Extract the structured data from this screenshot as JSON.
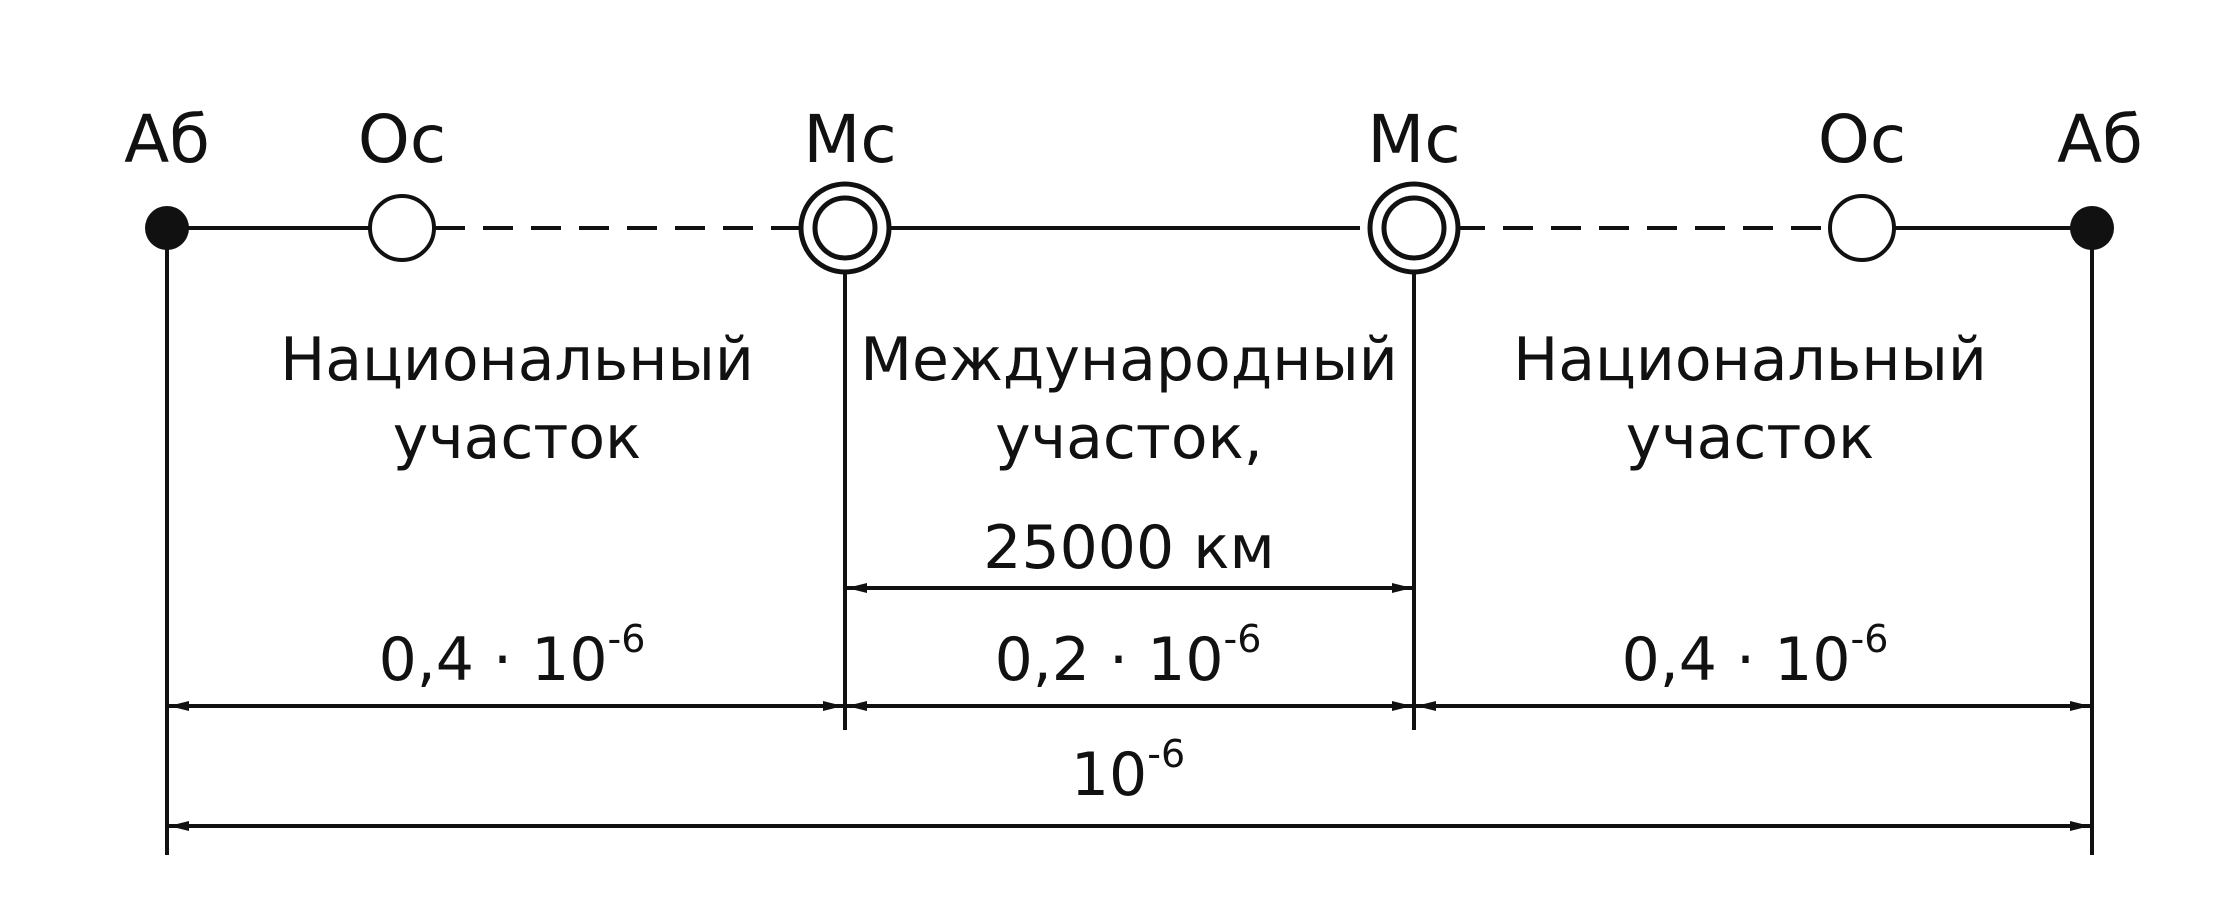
{
  "nodes": [
    {
      "label": "Аб",
      "kind": "subscriber"
    },
    {
      "label": "Ос",
      "kind": "exchange"
    },
    {
      "label": "Мс",
      "kind": "international"
    },
    {
      "label": "Мс",
      "kind": "international"
    },
    {
      "label": "Ос",
      "kind": "exchange"
    },
    {
      "label": "Аб",
      "kind": "subscriber"
    }
  ],
  "sections": [
    {
      "line1": "Национальный",
      "line2": "участок"
    },
    {
      "line1": "Международный",
      "line2": "участок,"
    },
    {
      "line1": "Национальный",
      "line2": "участок"
    }
  ],
  "distance_label": "25000 км",
  "dimensions": {
    "national_left": {
      "base": "0,4 · 10",
      "exp": "-6"
    },
    "international": {
      "base": "0,2 · 10",
      "exp": "-6"
    },
    "national_right": {
      "base": "0,4 · 10",
      "exp": "-6"
    },
    "total": {
      "base": "10",
      "exp": "-6"
    }
  }
}
